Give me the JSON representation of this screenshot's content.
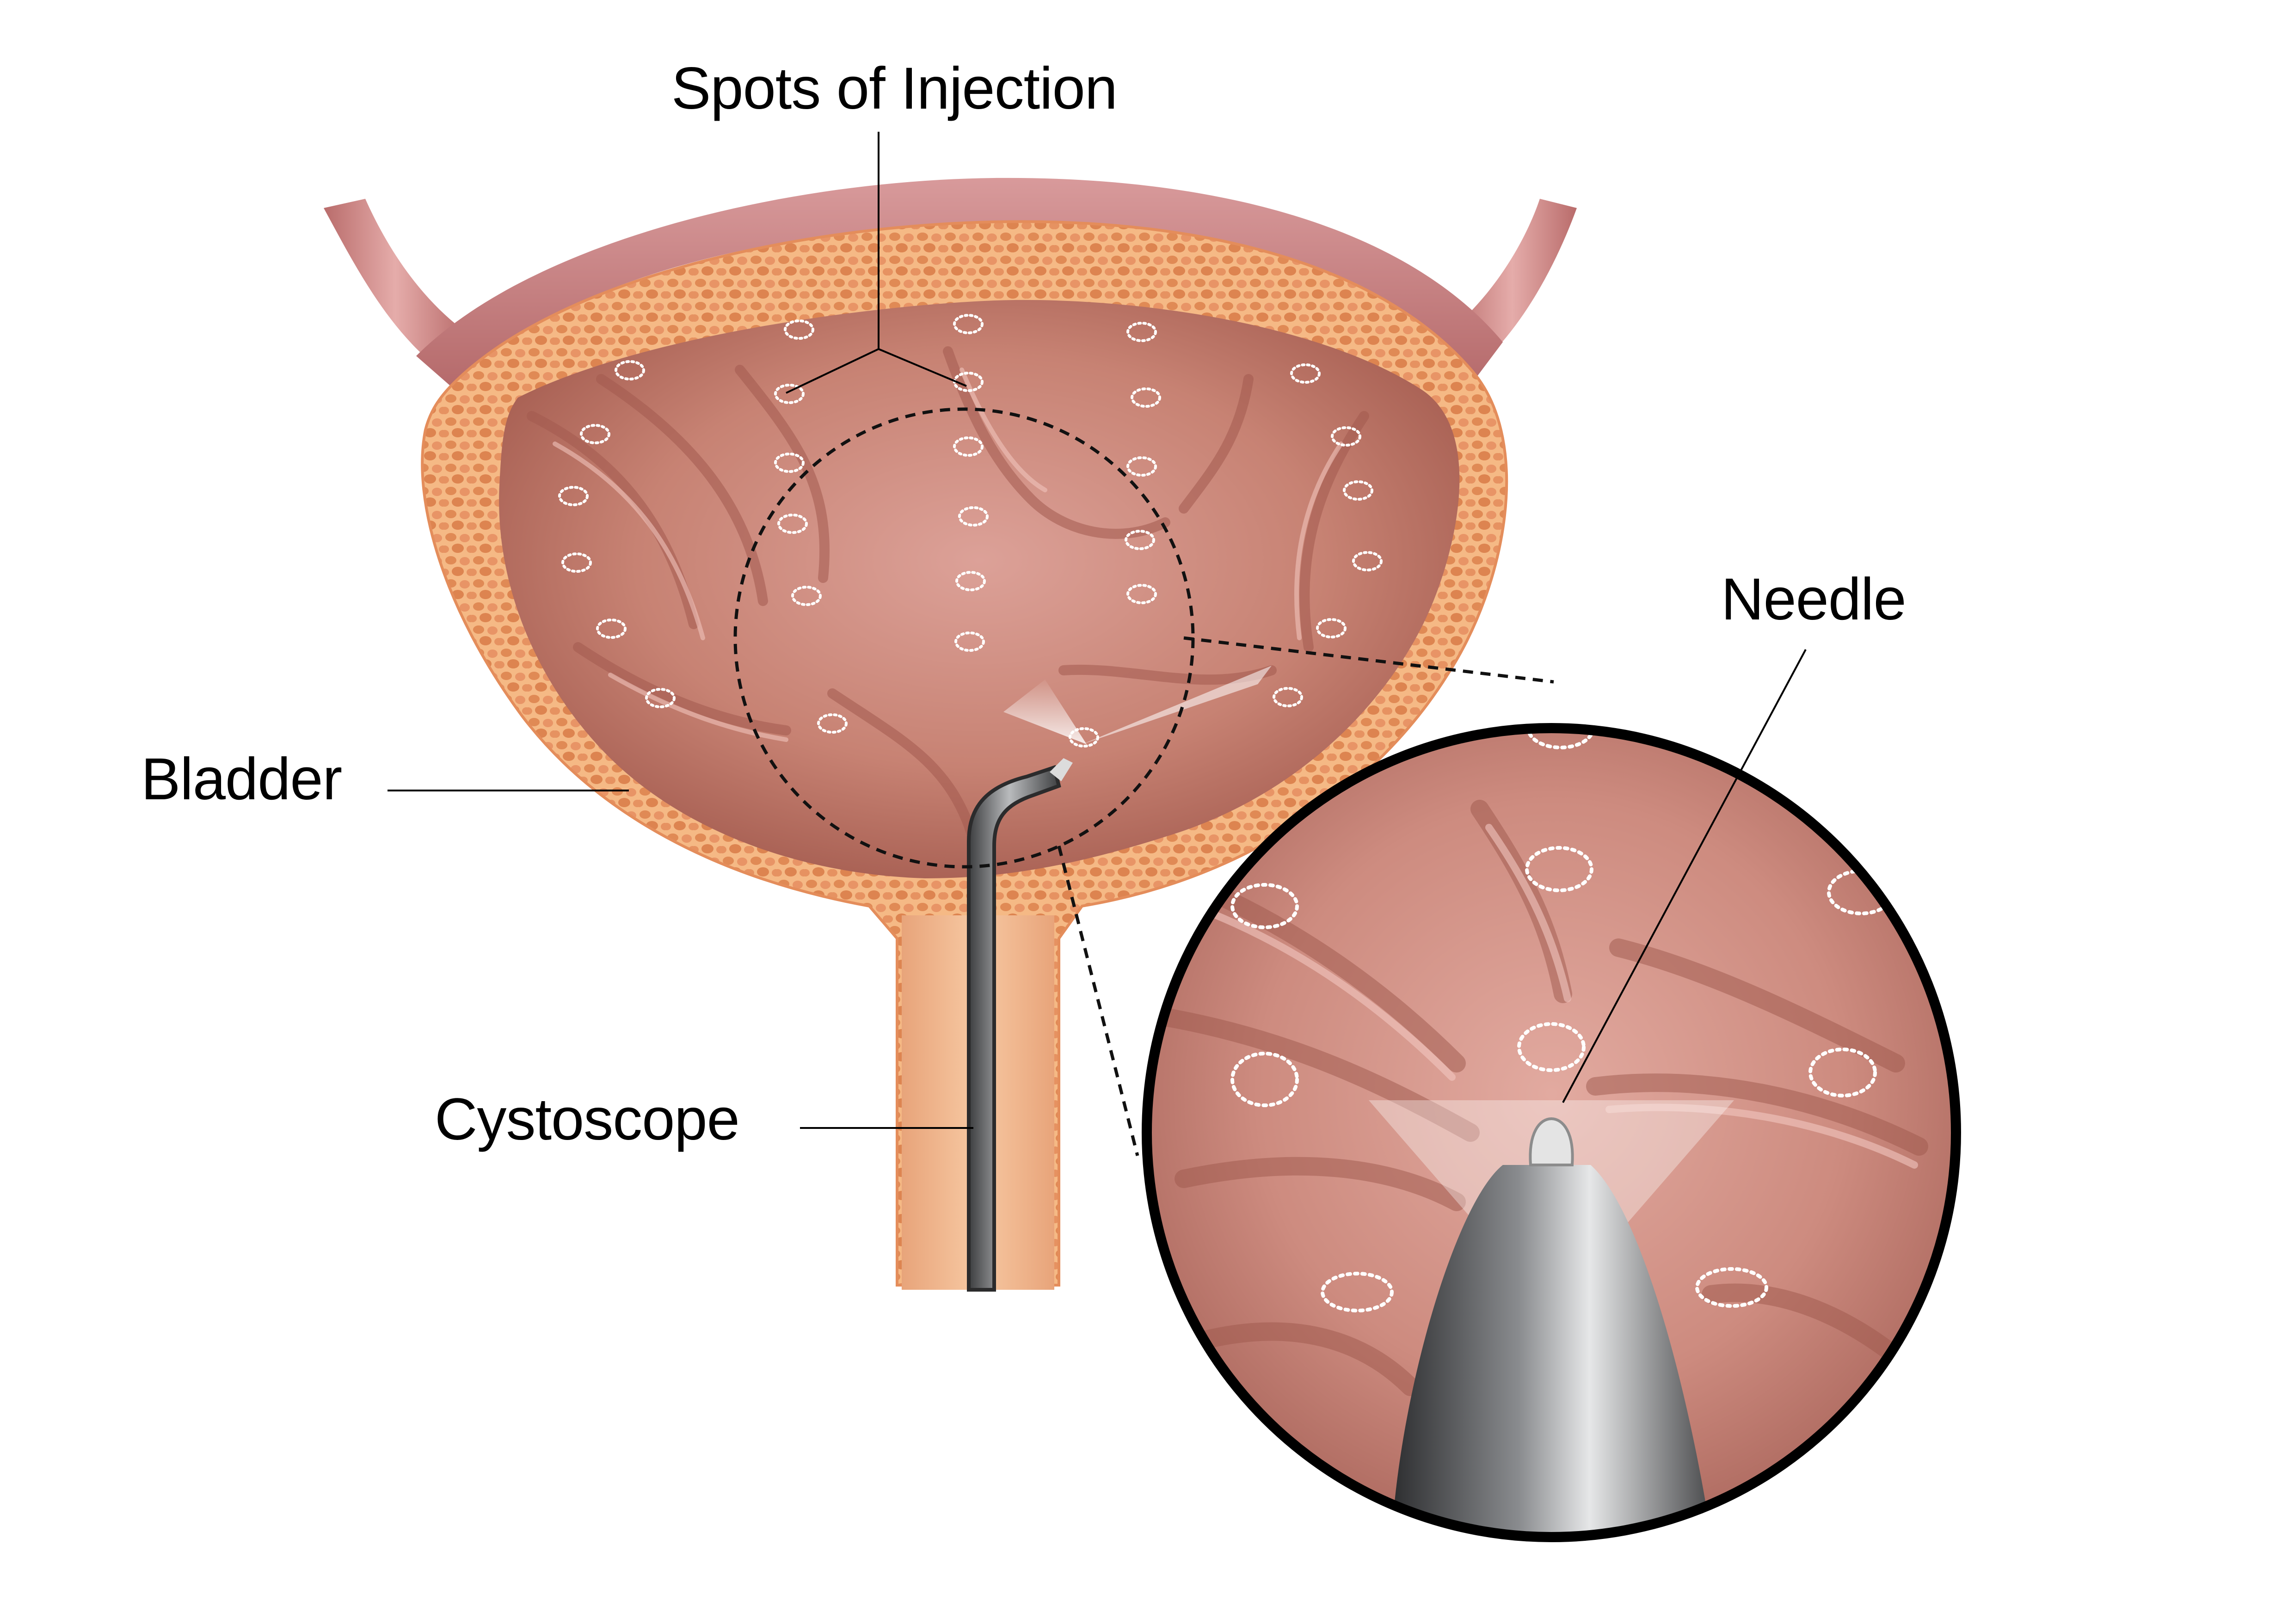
{
  "labels": {
    "spots_of_injection": "Spots of Injection",
    "needle": "Needle",
    "bladder": "Bladder",
    "cystoscope": "Cystoscope"
  },
  "colors": {
    "background": "#ffffff",
    "bladder_wall": "#f3b17c",
    "wall_cells": "#d9723f",
    "mucosa": "#c98474",
    "mucosa_shadow": "#9e5548",
    "outer_membrane": "#c97b7a",
    "injection_spot": "#ffffff",
    "instrument": "#6f7173",
    "leader_line": "#000000"
  },
  "icons": {
    "needle_tip": "cystoscope-tip-icon",
    "injection_spot": "dotted-ring-icon"
  }
}
